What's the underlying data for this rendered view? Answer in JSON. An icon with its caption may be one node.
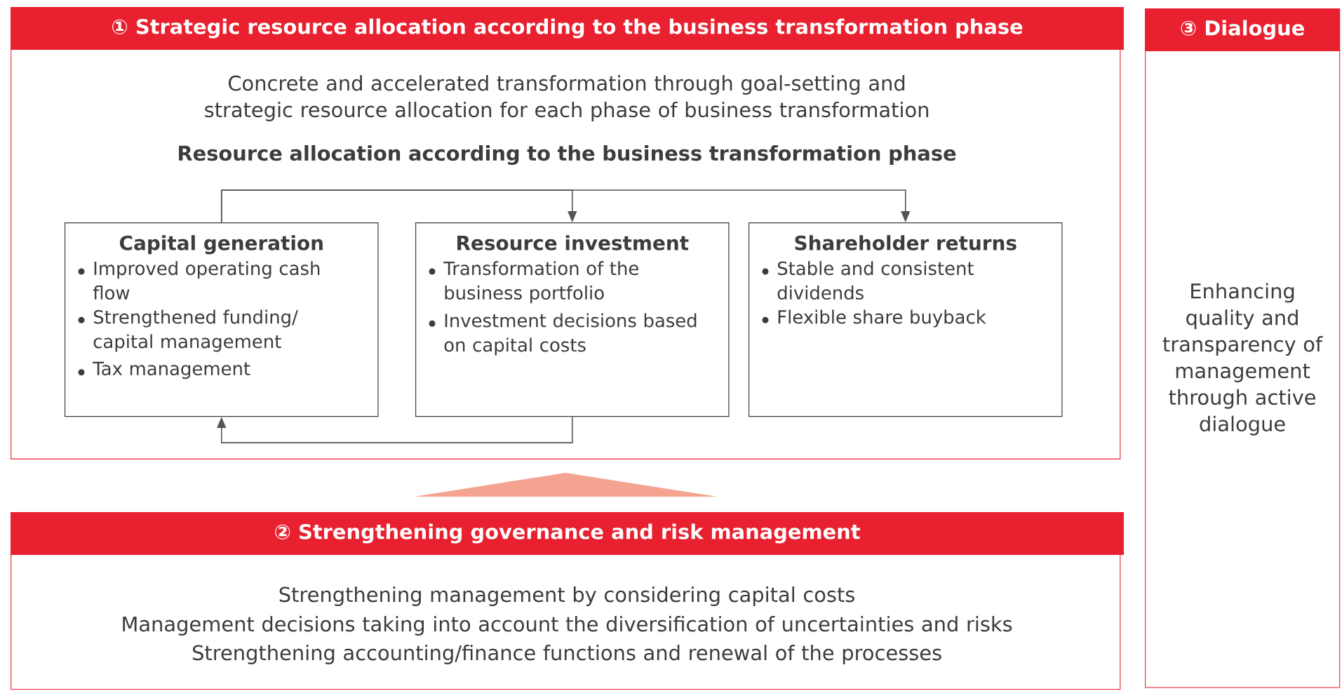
{
  "diagram": {
    "nodes": [
      {
        "text": [
          "① Strategic resource allocation according to the business transformation phase",
          "Concrete and accelerated transformation through goal-setting and strategic resource allocation for each phase of business transformation",
          "Resource allocation according to the business transformation phase"
        ]
      },
      {
        "text": [
          "Capital generation",
          "Improved operating cash flow",
          "Strengthened funding/ capital management",
          "Tax management"
        ],
        "in": 0
      },
      {
        "text": [
          "Resource investment",
          "Transformation of the business portfolio",
          "Investment decisions based on capital costs"
        ],
        "in": 0
      },
      {
        "text": [
          "Shareholder returns",
          "Stable and consistent dividends",
          "Flexible share buyback"
        ],
        "in": 0
      },
      {
        "text": [
          "② Strengthening governance and risk management",
          "Strengthening management by considering capital costs",
          "Management decisions taking into account the diversification of uncertainties and risks",
          "Strengthening accounting/finance functions and renewal of the processes"
        ]
      },
      {
        "text": [
          "③ Dialogue",
          "Enhancing quality and transparency of management through active dialogue"
        ]
      }
    ],
    "edges": [
      {
        "from": 1,
        "to": 2,
        "arrow": "to"
      },
      {
        "from": 1,
        "to": 3,
        "arrow": "to"
      },
      {
        "from": 2,
        "to": 1,
        "arrow": "to"
      },
      {
        "from": 4,
        "to": 0,
        "arrow": "to",
        "color": "#f4a391"
      }
    ]
  }
}
